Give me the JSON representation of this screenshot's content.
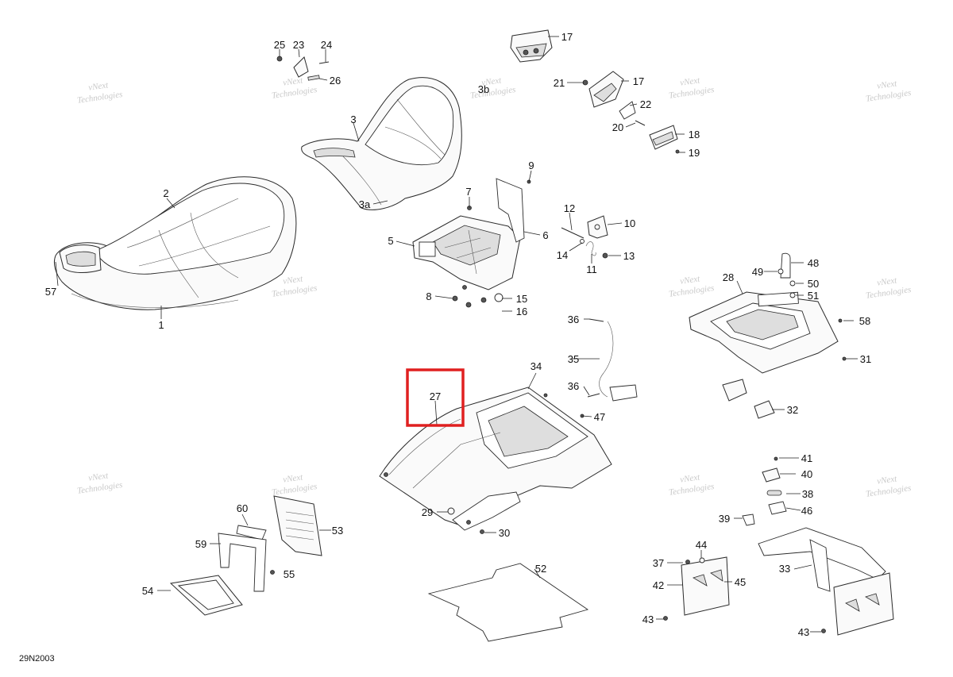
{
  "diagram_code": "29N2003",
  "watermark": {
    "line1": "vNext",
    "line2": "Technologies"
  },
  "callouts": {
    "c1": "1",
    "c2": "2",
    "c3": "3",
    "c3a": "3a",
    "c3b": "3b",
    "c5": "5",
    "c6": "6",
    "c7": "7",
    "c8": "8",
    "c9": "9",
    "c10": "10",
    "c11": "11",
    "c12": "12",
    "c13": "13",
    "c14": "14",
    "c15": "15",
    "c16": "16",
    "c17a": "17",
    "c17b": "17",
    "c18": "18",
    "c19": "19",
    "c20": "20",
    "c21": "21",
    "c22": "22",
    "c23": "23",
    "c24": "24",
    "c25": "25",
    "c26": "26",
    "c27": "27",
    "c28": "28",
    "c29": "29",
    "c30": "30",
    "c31": "31",
    "c32": "32",
    "c33": "33",
    "c34": "34",
    "c35": "35",
    "c36a": "36",
    "c36b": "36",
    "c37": "37",
    "c38": "38",
    "c39": "39",
    "c40": "40",
    "c41": "41",
    "c42": "42",
    "c43a": "43",
    "c43b": "43",
    "c44": "44",
    "c45": "45",
    "c46": "46",
    "c47": "47",
    "c48": "48",
    "c49": "49",
    "c50": "50",
    "c51": "51",
    "c52": "52",
    "c53": "53",
    "c54": "54",
    "c55": "55",
    "c57": "57",
    "c58": "58",
    "c59": "59",
    "c60": "60"
  },
  "highlight": {
    "color": "#e02020",
    "target_callout": "27"
  }
}
